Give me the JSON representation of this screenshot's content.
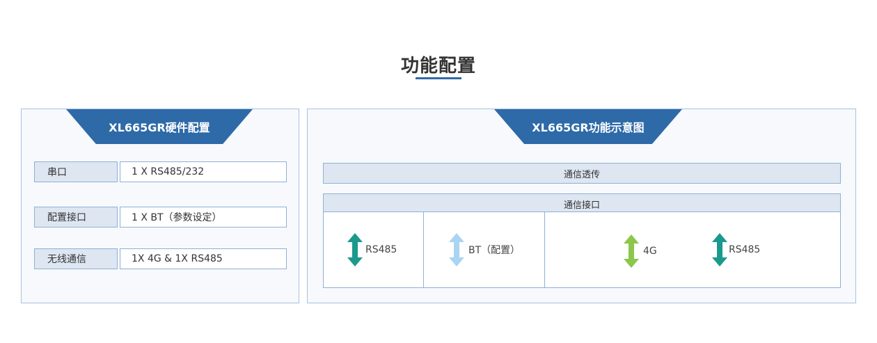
{
  "page": {
    "title": "功能配置"
  },
  "left_panel": {
    "header": "XL665GR硬件配置",
    "rows": [
      {
        "label": "串口",
        "value": "1 X RS485/232"
      },
      {
        "label": "配置接口",
        "value": "1 X BT（参数设定）"
      },
      {
        "label": "无线通信",
        "value": "1X 4G & 1X RS485"
      }
    ]
  },
  "right_panel": {
    "header": "XL665GR功能示意图",
    "bar_transparent": "通信透传",
    "bar_interface": "通信接口",
    "interfaces": [
      {
        "label": "RS485",
        "icon": "double-arrow-icon",
        "color": "#1a9a8c"
      },
      {
        "label": "BT（配置）",
        "icon": "double-arrow-icon",
        "color": "#a9d4f2"
      },
      {
        "label": "4G",
        "icon": "double-arrow-icon",
        "color": "#8cc64a"
      },
      {
        "label": "RS485",
        "icon": "double-arrow-icon",
        "color": "#1a9a8c"
      }
    ]
  },
  "colors": {
    "brand_blue": "#2e6aa8",
    "panel_border": "#a7c1de",
    "cell_fill": "#dde6f1"
  }
}
